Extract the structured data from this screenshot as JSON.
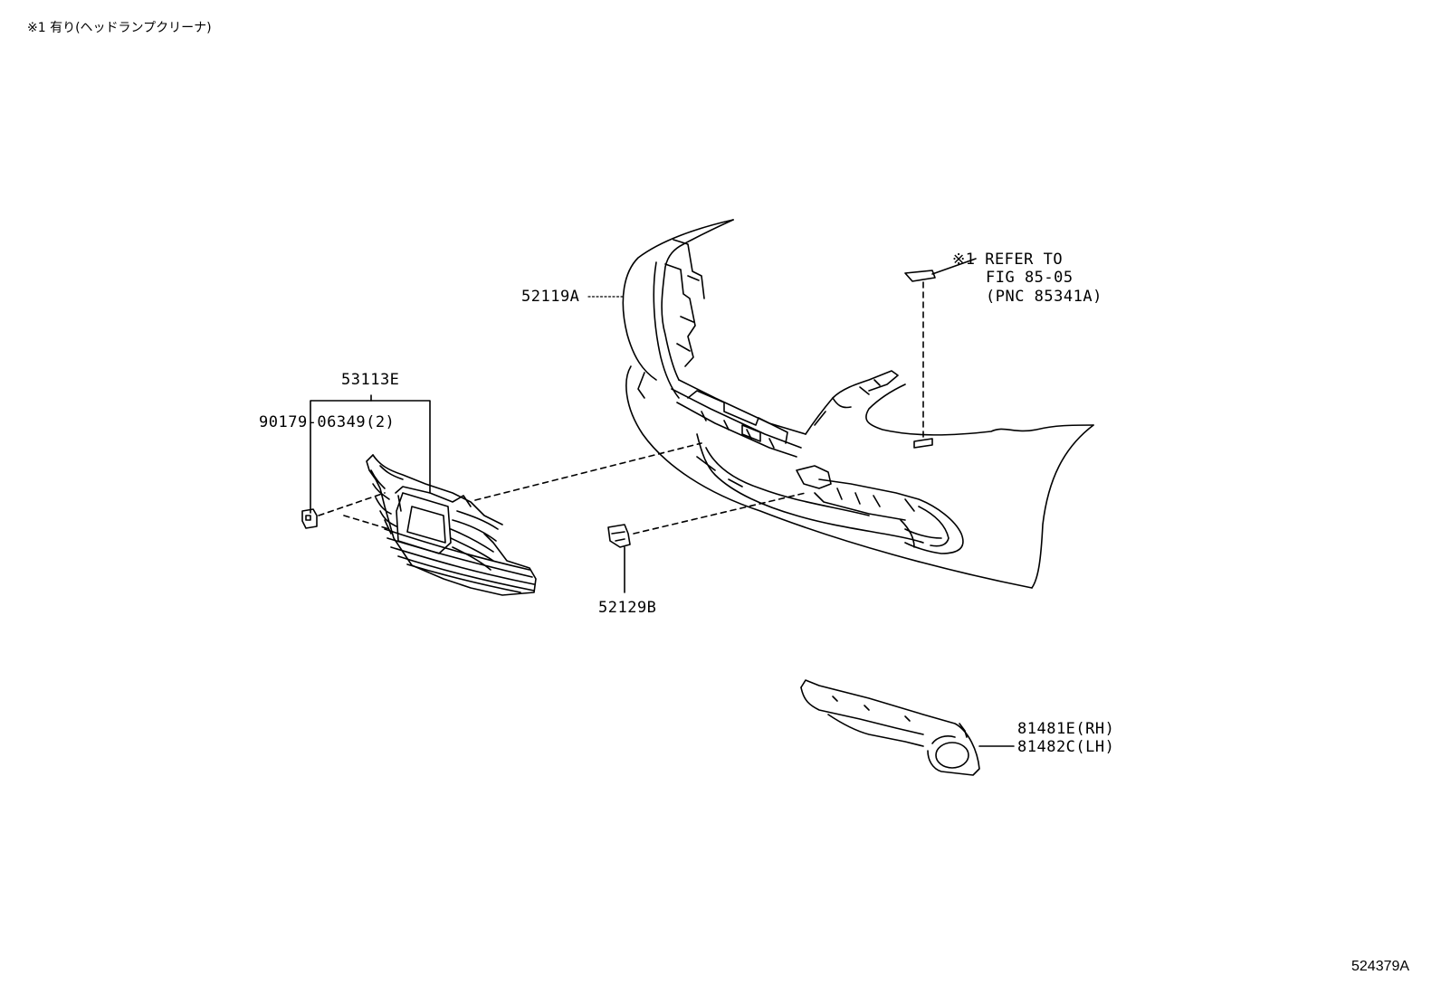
{
  "note": "※1 有り(ヘッドランプクリーナ)",
  "figure_id": "524379A",
  "callouts": {
    "bumper_cover": "52119A",
    "grille": "53113E",
    "clip": "90179-06349(2)",
    "bracket": "52129B",
    "cap_ref_line1": "※1 REFER TO",
    "cap_ref_line2": "FIG 85-05",
    "cap_ref_line3": "(PNC 85341A)",
    "moulding_rh": "81481E(RH)",
    "moulding_lh": "81482C(LH)"
  }
}
